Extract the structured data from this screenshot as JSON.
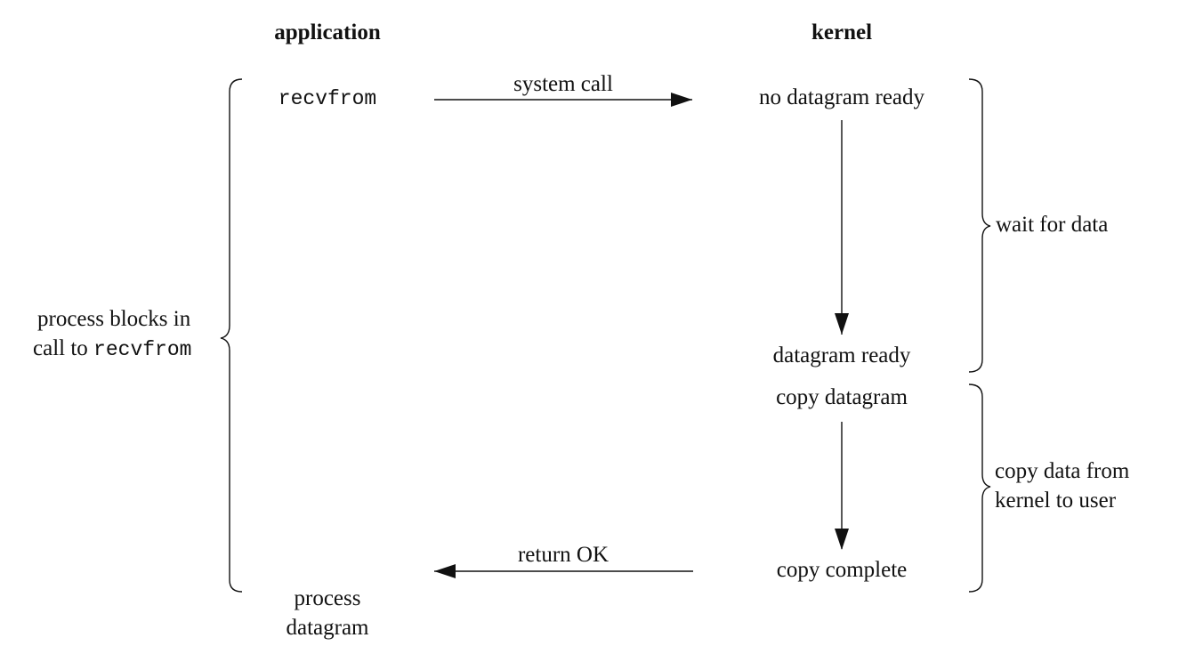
{
  "headers": {
    "application": "application",
    "kernel": "kernel"
  },
  "application": {
    "call": "recvfrom",
    "blocks_line1": "process blocks in",
    "blocks_line2_prefix": "call to ",
    "blocks_line2_code": "recvfrom",
    "result_line1": "process",
    "result_line2": "datagram"
  },
  "arrows": {
    "system_call": "system call",
    "return_ok": "return OK"
  },
  "kernel": {
    "no_datagram": "no datagram ready",
    "datagram_ready": "datagram ready",
    "copy_datagram": "copy datagram",
    "copy_complete": "copy complete"
  },
  "phases": {
    "wait_for_data": "wait for data",
    "copy_line1": "copy data from",
    "copy_line2": "kernel to user"
  },
  "colors": {
    "ink": "#111111",
    "background": "#ffffff"
  },
  "icons": [
    "right-arrow-icon",
    "down-arrow-icon",
    "left-arrow-icon",
    "brace-icon"
  ]
}
